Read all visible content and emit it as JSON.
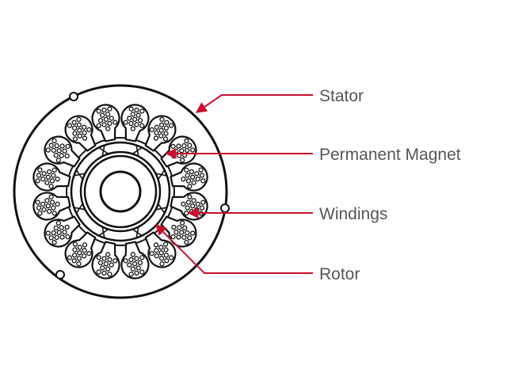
{
  "labels": {
    "stator": "Stator",
    "permanent_magnet": "Permanent Magnet",
    "windings": "Windings",
    "rotor": "Rotor"
  },
  "colors": {
    "line": "#111111",
    "leader": "#c8102e",
    "label_text": "#555555",
    "background": "#ffffff"
  },
  "motor": {
    "slot_count": 16
  }
}
